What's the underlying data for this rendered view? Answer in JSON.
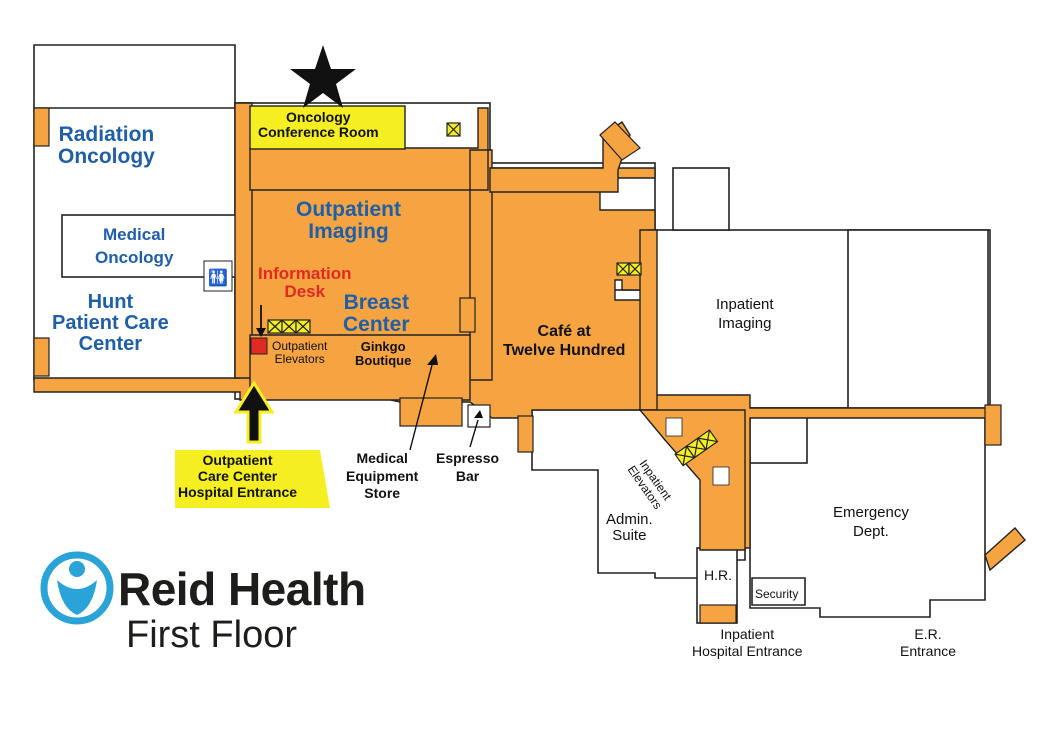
{
  "map": {
    "brand": {
      "name": "Reid Health",
      "floor": "First Floor",
      "logo_color": "#2aa3d8"
    },
    "colors": {
      "corridor": "#f5a441",
      "highlight": "#f5ef22",
      "department": "#1f5fa9",
      "info": "#e02a24"
    },
    "departments": {
      "radiation_oncology": "Radiation\nOncology",
      "medical_oncology": "Medical\nOncology",
      "hunt_center": "Hunt\nPatient Care\nCenter",
      "outpatient_imaging": "Outpatient\nImaging",
      "breast_center": "Breast\nCenter"
    },
    "rooms": {
      "oncology_conference": "Oncology\nConference Room",
      "info_desk": "Information\nDesk",
      "outpatient_elevators": "Outpatient\nElevators",
      "ginkgo_boutique": "Ginkgo\nBoutique",
      "cafe": "Café at\nTwelve Hundred",
      "inpatient_imaging": "Inpatient\nImaging",
      "medical_equipment": "Medical\nEquipment\nStore",
      "espresso_bar": "Espresso\nBar",
      "inpatient_elevators": "Inpatient\nElevators",
      "admin_suite": "Admin.\nSuite",
      "hr": "H.R.",
      "security": "Security",
      "emergency": "Emergency\nDept."
    },
    "entrances": {
      "outpatient": "Outpatient\nCare Center\nHospital Entrance",
      "inpatient": "Inpatient\nHospital Entrance",
      "er": "E.R.\nEntrance"
    }
  }
}
